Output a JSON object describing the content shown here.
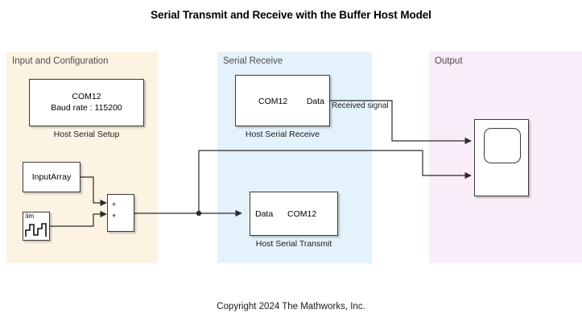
{
  "page": {
    "title": "Serial Transmit and Receive with the Buffer Host Model",
    "copyright": "Copyright 2024 The Mathworks, Inc.",
    "background": "#ffffff"
  },
  "regions": [
    {
      "id": "input-and-configuration",
      "label": "Input and Configuration",
      "color": "#fdf3e3"
    },
    {
      "id": "serial-receive",
      "label": "Serial Receive",
      "color": "#e4f2fb"
    },
    {
      "id": "output",
      "label": "Output",
      "color": "#f8edf8"
    }
  ],
  "blocks": {
    "host_serial_setup": {
      "line1": "COM12",
      "line2": "Baud rate : 115200",
      "caption": "Host Serial Setup"
    },
    "input_array": {
      "label": "InputArray"
    },
    "repeating_sequence": {
      "label": "lim"
    },
    "sum": {
      "sign1": "+",
      "sign2": "+"
    },
    "host_serial_receive": {
      "port_left": "COM12",
      "port_right": "Data",
      "caption": "Host Serial Receive"
    },
    "host_serial_transmit": {
      "port_left": "Data",
      "port_right": "COM12",
      "caption": "Host Serial Transmit"
    },
    "scope": {
      "caption": ""
    }
  },
  "wires": {
    "received_signal_label": "Received signal"
  }
}
